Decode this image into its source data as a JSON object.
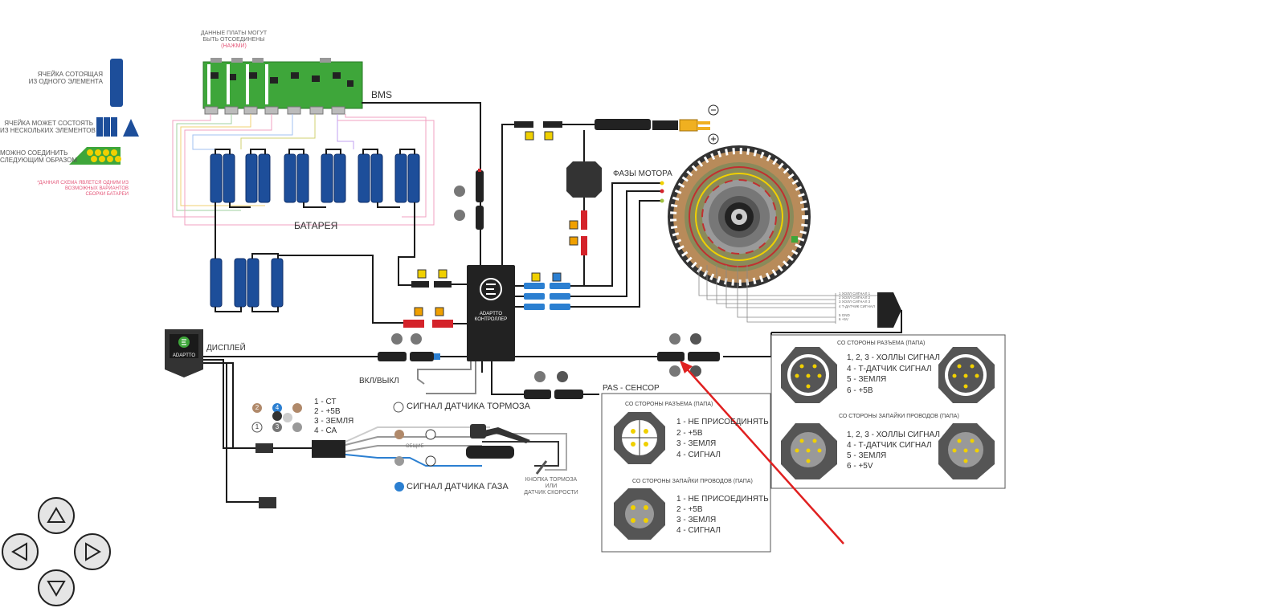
{
  "colors": {
    "wire": "#1a1a1a",
    "cell_blue": "#1d4e9a",
    "pcb_green": "#3ea63a",
    "connector_red": "#d4232a",
    "connector_yellow": "#f0d000",
    "terminal_blue": "#2b7fd1",
    "connector_orange": "#f0a000",
    "motor_copper": "#b88b5a",
    "motor_stator_red": "#c03030",
    "motor_dark": "#333333",
    "pointer_arrow": "#e02020",
    "panel_border": "#555555"
  },
  "legend": {
    "bms_note_line1": "ДАННЫЕ ПЛАТЫ МОГУТ",
    "bms_note_line2": "БЫТЬ ОТСОЕДИНЕНЫ",
    "bms_note_line3": "(НАЖМИ)",
    "single_cell_line1": "ЯЧЕЙКА СОТОЯЩАЯ",
    "single_cell_line2": "ИЗ ОДНОГО ЭЛЕМЕНТА",
    "multi_cell_line1": "ЯЧЕЙКА МОЖЕТ СОСТОЯТЬ",
    "multi_cell_line2": "ИЗ НЕСКОЛЬКИХ ЭЛЕМЕНТОВ",
    "connect_line1": "МОЖНО СОЕДИНИТЬ",
    "connect_line2": "СЛЕДУЮЩИМ ОБРАЗОМ",
    "disclaimer_line1": "*ДАННАЯ СХЕМА ЯВЛЕТСЯ ОДНИМ ИЗ",
    "disclaimer_line2": "ВОЗМОЖНЫХ ВАРИАНТОВ",
    "disclaimer_line3": "СБОРКИ БАТАРЕИ"
  },
  "labels": {
    "bms": "BMS",
    "battery": "БАТАРЕЯ",
    "motor_phases": "ФАЗЫ МОТОРА",
    "display": "ДИСПЛЕЙ",
    "display_brand": "ADAPTTO",
    "on_off": "ВКЛ/ВЫКЛ",
    "pas_sensor": "PAS - СЕНСОР",
    "controller_line1": "ADAPTTO",
    "controller_line2": "КОНТРОЛЛЕР",
    "minus": "−",
    "plus": "+",
    "brake_signal": "СИГНАЛ ДАТЧИКА ТОРМОЗА",
    "throttle_signal": "СИГНАЛ ДАТЧИКА ГАЗА",
    "common": "ОБЩИЕ",
    "brake_button_line1": "КНОПКА ТОРМОЗА",
    "brake_button_line2": "ИЛИ",
    "brake_button_line3": "ДАТЧИК СКОРОСТИ",
    "hall_wire_1": "1 ХОЛЛ СИГНАЛ 1",
    "hall_wire_2": "2 ХОЛЛ СИГНАЛ 2",
    "hall_wire_3": "3 ХОЛЛ СИГНАЛ 3",
    "hall_wire_4": "4 Т-ДАТЧИК СИГНАЛ",
    "hall_wire_5": "5 GND",
    "hall_wire_6": "6 +5V"
  },
  "display_pins": {
    "items": [
      "1 - СТ",
      "2 - +5В",
      "3 - ЗЕМЛЯ",
      "4 - СА"
    ],
    "numbers": [
      "1",
      "2",
      "3",
      "4"
    ]
  },
  "pas_panel": {
    "title_connector": "СО СТОРОНЫ РАЗЪЕМА (ПАПА)",
    "title_wires": "СО СТОРОНЫ ЗАПАЙКИ ПРОВОДОВ (ПАПА)",
    "pins": [
      "1 - НЕ ПРИСОЕДИНЯТЬ",
      "2 - +5В",
      "3 - ЗЕМЛЯ",
      "4 - СИГНАЛ"
    ]
  },
  "hall_panel": {
    "title_connector": "СО СТОРОНЫ РАЗЪЕМА (ПАПА)",
    "title_wires": "СО СТОРОНЫ ЗАПАЙКИ ПРОВОДОВ (ПАПА)",
    "pins_connector": [
      "1, 2, 3 - ХОЛЛЫ СИГНАЛ",
      "4 - Т-ДАТЧИК СИГНАЛ",
      "5 - ЗЕМЛЯ",
      "6 - +5В"
    ],
    "pins_wires": [
      "1, 2, 3 - ХОЛЛЫ СИГНАЛ",
      "4 - Т-ДАТЧИК СИГНАЛ",
      "5 - ЗЕМЛЯ",
      "6 - +5V"
    ]
  },
  "navigation": {
    "up": "up-arrow-icon",
    "left": "left-arrow-icon",
    "right": "right-arrow-icon",
    "down": "down-arrow-icon"
  }
}
